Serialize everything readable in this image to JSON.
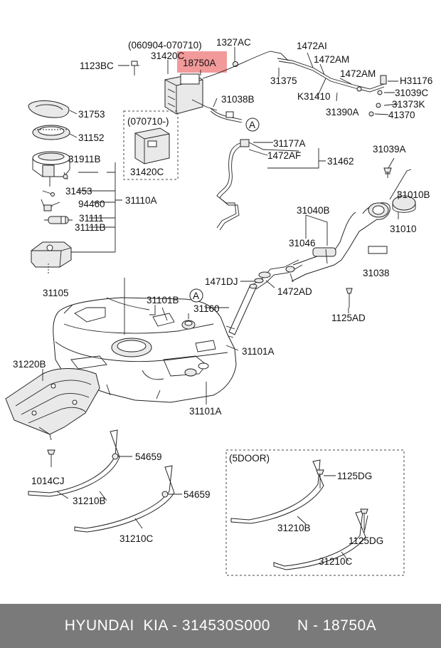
{
  "labels": {
    "date_range": "(060904-070710)",
    "p1327AC": "1327AC",
    "p1123BC": "1123BC",
    "p31420C_top": "31420C",
    "p18750A": "18750A",
    "p1472AI": "1472AI",
    "p1472AM_1": "1472AM",
    "p1472AM_2": "1472AM",
    "pH31176": "H31176",
    "p31375": "31375",
    "pK31410": "K31410",
    "p31039C": "31039C",
    "p31373K": "31373K",
    "p31390A": "31390A",
    "p41370": "41370",
    "p31038B": "31038B",
    "p31753": "31753",
    "p31152": "31152",
    "box_date": "(070710-)",
    "p31420C_box": "31420C",
    "callout_a1": "A",
    "p31177A": "31177A",
    "p1472AF": "1472AF",
    "p31462": "31462",
    "p31911B": "31911B",
    "p31039A": "31039A",
    "p31453": "31453",
    "p31010B": "31010B",
    "p31110A": "31110A",
    "p94460": "94460",
    "p31040B": "31040B",
    "p31111": "31111",
    "p31111B": "31111B",
    "p31010": "31010",
    "p31046": "31046",
    "p31038": "31038",
    "p1471DJ": "1471DJ",
    "p1472AD": "1472AD",
    "p31105": "31105",
    "p31101B": "31101B",
    "callout_a2": "A",
    "p31160": "31160",
    "p1125AD": "1125AD",
    "p31101A_1": "31101A",
    "p31220B": "31220B",
    "p31101A_2": "31101A",
    "p54659_1": "54659",
    "p5door": "(5DOOR)",
    "p1014CJ": "1014CJ",
    "p1125DG_1": "1125DG",
    "p54659_2": "54659",
    "p31210B_1": "31210B",
    "p31210B_2": "31210B",
    "p1125DG_2": "1125DG",
    "p31210C_1": "31210C",
    "p31210C_2": "31210C"
  },
  "footer": {
    "left": "HYUNDAI  KIA - 314530S000",
    "right": "N - 18750A"
  },
  "colors": {
    "highlight": "#f29a9a",
    "footer_bg": "#7a7a7a"
  }
}
